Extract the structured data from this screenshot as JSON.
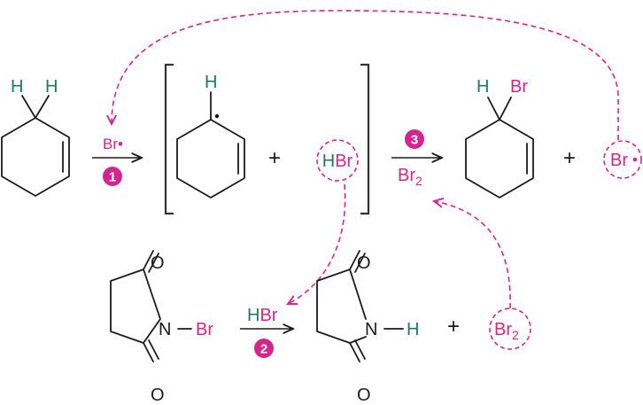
{
  "colors": {
    "hydrogen": "#1f7a5a",
    "bromine": "#d6248e",
    "bond": "#1a1a1a",
    "cycle_arrow": "#d6248e",
    "badge": "#d6248e"
  },
  "top_row": {
    "reactant": {
      "name": "cyclohexene",
      "h1": "H",
      "h2": "H"
    },
    "step1": {
      "reagent": "Br•",
      "badge": "1"
    },
    "intermediate": {
      "name": "allylic radical",
      "h": "H",
      "radical_dot": "•"
    },
    "plus1": "+",
    "hbr_circled": {
      "h": "H",
      "br": "Br"
    },
    "step3": {
      "badge": "3",
      "reagent_main": "Br",
      "reagent_sub": "2"
    },
    "product": {
      "name": "3-bromocyclohexene",
      "h": "H",
      "br": "Br"
    },
    "plus2": "+",
    "br_radical_circled": {
      "br": "Br",
      "dot": "•"
    }
  },
  "bottom_row": {
    "nbs": {
      "name": "N-bromosuccinimide",
      "o_top": "O",
      "o_bottom": "O",
      "n": "N",
      "br": "Br"
    },
    "step2": {
      "reagent_h": "H",
      "reagent_br": "Br",
      "badge": "2"
    },
    "succinimide": {
      "name": "succinimide",
      "o_top": "O",
      "o_bottom": "O",
      "n": "N",
      "h": "H"
    },
    "plus": "+",
    "br2_circled": {
      "main": "Br",
      "sub": "2"
    }
  }
}
